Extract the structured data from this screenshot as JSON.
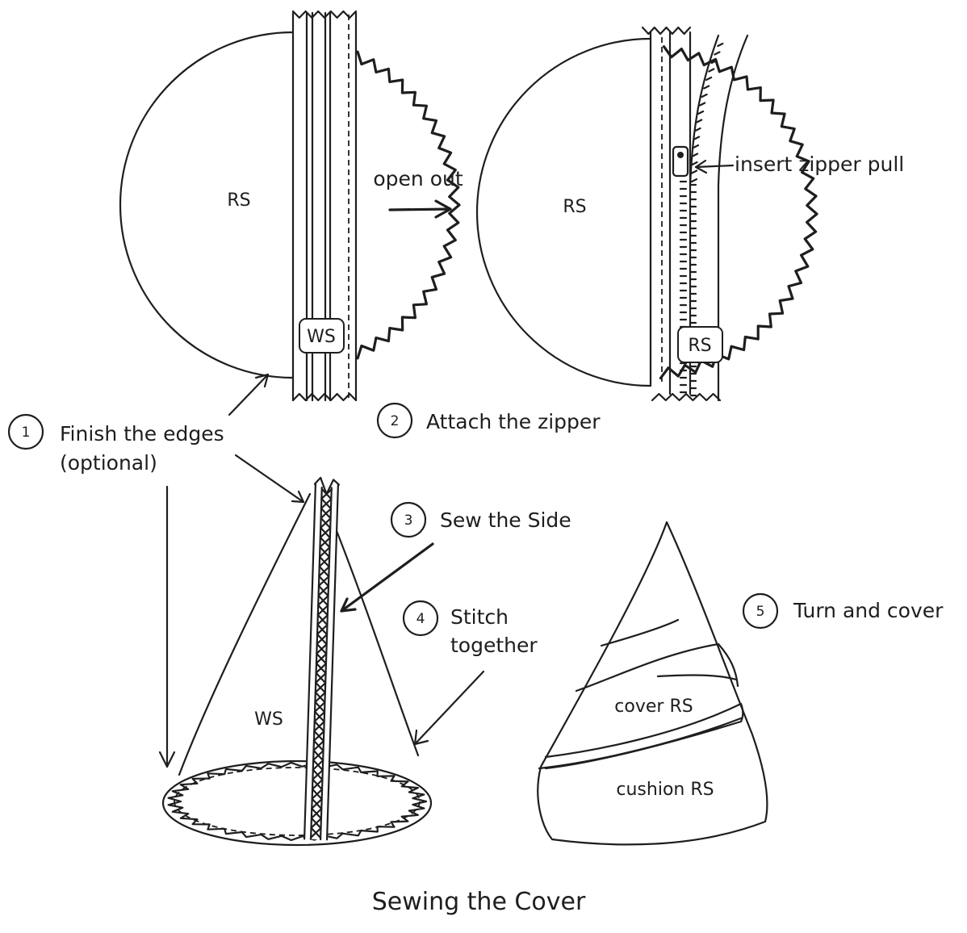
{
  "diagram": {
    "title": "Sewing the Cover",
    "steps": [
      {
        "number": "1",
        "label_line1": "Finish the edges",
        "label_line2": "(optional)"
      },
      {
        "number": "2",
        "label": "Attach the zipper"
      },
      {
        "number": "3",
        "label": "Sew the Side"
      },
      {
        "number": "4",
        "label_line1": "Stitch",
        "label_line2": "together"
      },
      {
        "number": "5",
        "label": "Turn and cover"
      }
    ],
    "annotations": {
      "open_out": "open out",
      "insert_zipper_pull": "insert zipper pull"
    },
    "panel1": {
      "fabric_label": "RS",
      "zipper_label": "WS"
    },
    "panel2": {
      "fabric_label": "RS",
      "zipper_label": "RS"
    },
    "panel3": {
      "cone_label": "WS"
    },
    "panel5": {
      "cover_label": "cover RS",
      "cushion_label": "cushion RS"
    }
  }
}
